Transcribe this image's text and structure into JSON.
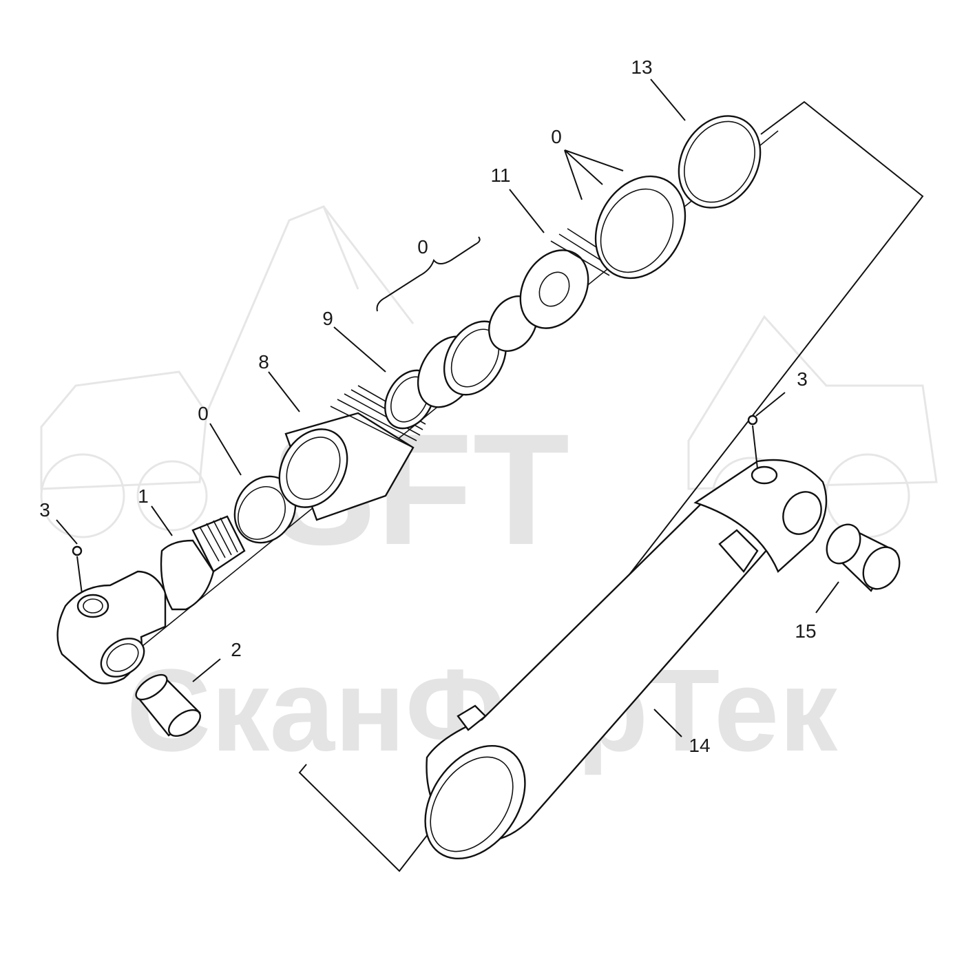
{
  "watermark": {
    "logo_text": "SFT",
    "company_text": "СканФорТек",
    "color": "#e4e4e4"
  },
  "callouts": [
    {
      "id": "c-3-left",
      "label": "3"
    },
    {
      "id": "c-1",
      "label": "1"
    },
    {
      "id": "c-0-seal",
      "label": "0"
    },
    {
      "id": "c-8",
      "label": "8"
    },
    {
      "id": "c-9",
      "label": "9"
    },
    {
      "id": "c-0-bracket",
      "label": "0"
    },
    {
      "id": "c-11",
      "label": "11"
    },
    {
      "id": "c-0-rings",
      "label": "0"
    },
    {
      "id": "c-13",
      "label": "13"
    },
    {
      "id": "c-3-right",
      "label": "3"
    },
    {
      "id": "c-2",
      "label": "2"
    },
    {
      "id": "c-15",
      "label": "15"
    },
    {
      "id": "c-14",
      "label": "14"
    }
  ]
}
